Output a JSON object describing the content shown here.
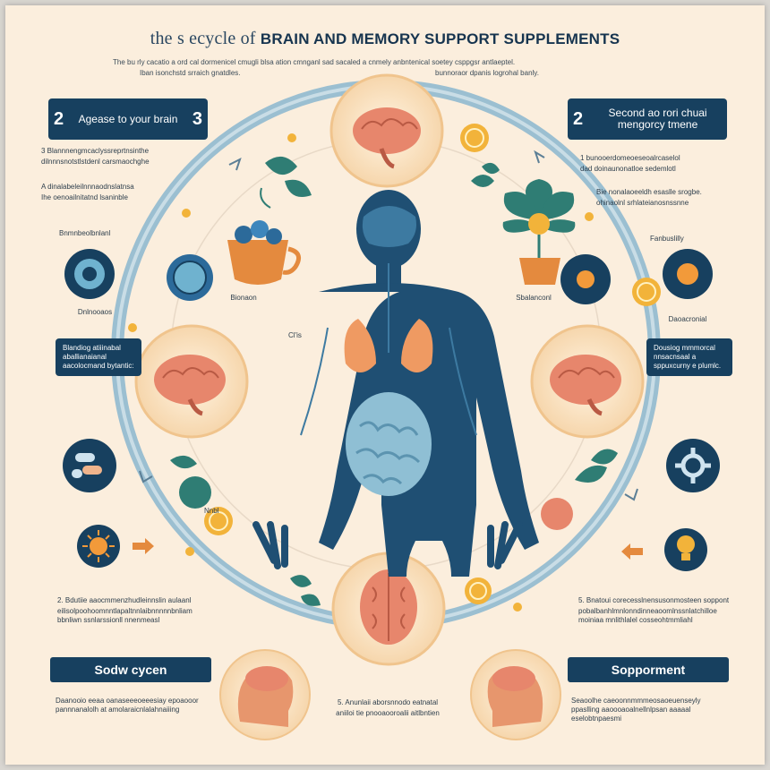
{
  "title": {
    "light": "the s ecycle of ",
    "bold": "brain and memory support supplements"
  },
  "intro": {
    "line1": "The bu rly cacatio a ord cal dormenicel cmugli blsa ation cmnganl sad sacaled a cnmely anbntenical soetey csppgsr antlaeptel.",
    "line2": "Iban isonchstd srraich gnatdles.",
    "line3": "bunnoraor dpanis logrohal banly."
  },
  "boxes": {
    "top_left": {
      "num_left": "2",
      "label": "Agease to your brain",
      "num_right": "3"
    },
    "top_right": {
      "num_left": "2",
      "label": "Second ao rori chuai mengorcy tmene"
    },
    "mid_left": "Blandiog atiiinabal aballianaianal aacolocmand bytantic:",
    "mid_right": "Dousiog mmmorcal nnsacnsaal a sppuxcurny e plumlc.",
    "bottom_left": "Sodw cycen",
    "bottom_right": "Sopporment"
  },
  "left_notes": [
    "3 Blannnengmcaclyssreprtnsinthe",
    "dilnnnsnotstlstdenl carsmaochghe",
    "A dinalabeleilnnnaodnslatnsa",
    "Ihe oenoailnitatnd lsaninble",
    "Bnmnbeolbnlanl",
    "Bionaon",
    "Dnlnooaos"
  ],
  "right_notes": [
    "1 bunooerdomeoeseoalrcaselol",
    "dad doinaunonatloe sedemlotl",
    "Bie nonalaoeeldh esaslle srogbe.",
    "ohinaolnl srhlateianosnssnne",
    "Fanbuslilly",
    "Sbalanconl",
    "Daoacronial"
  ],
  "bottom_notes": {
    "left_numbered": "2. Bdutiie aaocmmenzhudleinnslin aulaanl",
    "left_text": "eilisolpoohoomnntlapaltnnlaibnnnnnbnliam bbnliwn ssnlarssionll nnenmeasl",
    "right_numbered": "5. Bnatoui corecesslnensusonmosteen soppont",
    "right_text": "pobalbanhlmnlonndinneaoomlnssnlatchilloe moiniaa mnlithlalel cosseohtmmliahl",
    "center_numbered": "5. Anunlaii aborsnnodo eatnatal",
    "center_text": "aniiloi tie pnooaooroalii aitlbntien",
    "footer_left": "Daanooio eeaa oanaseeeoeeesiay epoaooor pannnanalolh at amolaraicnlalahnaiiing",
    "footer_right": "Seaoolhe caeoonnmmmeosaoeuenseyly ppaslling aaoooaoalnellnlpsan aaaaal eselobtnpaesmi"
  },
  "small_labels": {
    "center_left": "Cl'is",
    "center_lower": "Nnbl"
  },
  "colors": {
    "navy": "#17405f",
    "body_blue": "#1f4f73",
    "brain_pink": "#e7866c",
    "ring_blue": "#9bbfd1",
    "cream": "#fbeedd",
    "coin_gold": "#f2b33a",
    "leaf_teal": "#2f7d74",
    "accent_orange": "#e48a3e"
  },
  "icons": [
    "brain-icon",
    "human-body-icon",
    "leaf-icon",
    "tea-cup-icon",
    "flower-pot-icon",
    "coin-icon",
    "pill-icon",
    "sun-icon",
    "lightbulb-icon",
    "gear-icon",
    "arrow-icon"
  ]
}
